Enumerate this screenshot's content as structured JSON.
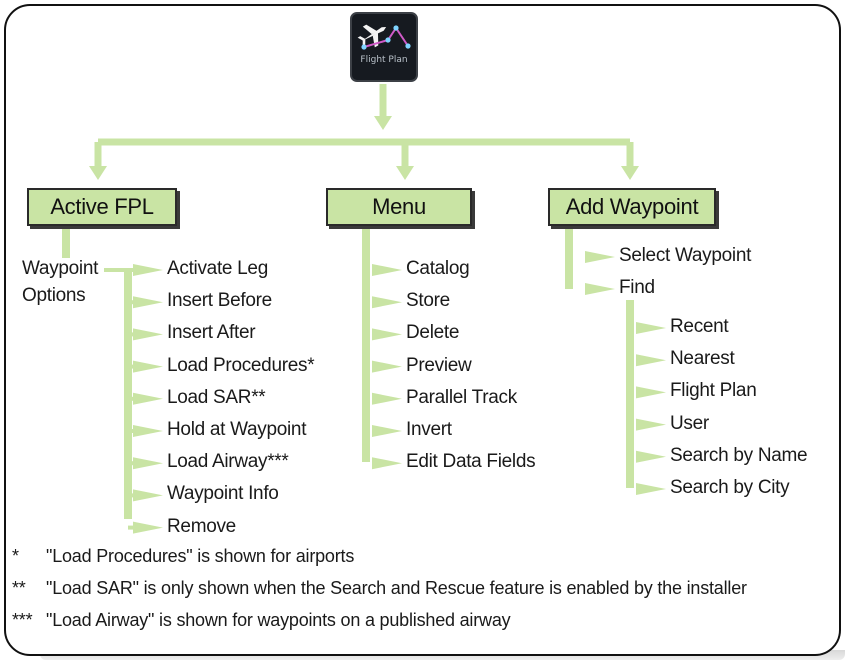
{
  "colors": {
    "box_fill": "#c9e4a4",
    "connector": "#c9e4a4",
    "border": "#2a2a2a",
    "icon_bg": "#161a20"
  },
  "icon": {
    "name": "flight-plan-icon",
    "label": "Flight Plan"
  },
  "boxes": {
    "active_fpl": "Active FPL",
    "menu": "Menu",
    "add_waypoint": "Add Waypoint"
  },
  "active_fpl": {
    "waypoint_options_line1": "Waypoint",
    "waypoint_options_line2": "Options",
    "items": [
      "Activate Leg",
      "Insert Before",
      "Insert After",
      "Load Procedures*",
      "Load SAR**",
      "Hold at Waypoint",
      "Load Airway***",
      "Waypoint Info",
      "Remove"
    ]
  },
  "menu": {
    "items": [
      "Catalog",
      "Store",
      "Delete",
      "Preview",
      "Parallel Track",
      "Invert",
      "Edit Data Fields"
    ]
  },
  "add_waypoint": {
    "items": [
      "Select Waypoint",
      "Find"
    ],
    "find_items": [
      "Recent",
      "Nearest",
      "Flight Plan",
      "User",
      "Search by Name",
      "Search by City"
    ]
  },
  "footnotes": [
    {
      "mark": "*",
      "text": "\"Load Procedures\" is shown for airports"
    },
    {
      "mark": "**",
      "text": "\"Load SAR\" is only shown when the Search and Rescue feature is enabled by the installer"
    },
    {
      "mark": "***",
      "text": "\"Load Airway\" is shown for waypoints on a published airway"
    }
  ]
}
